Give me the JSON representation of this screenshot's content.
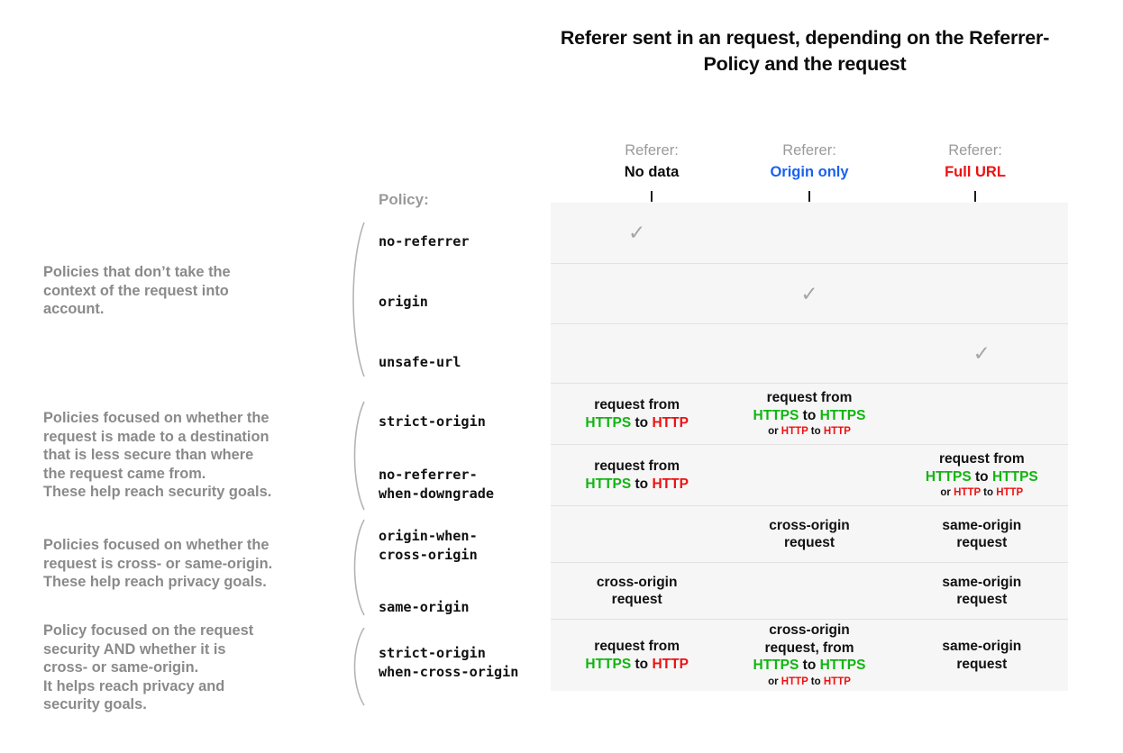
{
  "title": "Referer sent in an request, depending on the Referrer-Policy and the request",
  "colors": {
    "https_green": "#11b511",
    "http_red": "#ee1111",
    "origin_only_blue": "#1a61f0",
    "full_url_red": "#ee1111",
    "muted_gray": "#9a9a9a",
    "row_bg": "#f6f6f6",
    "row_divider": "#e2e2e2",
    "check_gray": "#a5a5a5"
  },
  "columns": [
    {
      "label": "Referer:",
      "value": "No data",
      "value_color": "#0b0b0b"
    },
    {
      "label": "Referer:",
      "value": "Origin only",
      "value_color": "#1a61f0"
    },
    {
      "label": "Referer:",
      "value": "Full URL",
      "value_color": "#ee1111"
    }
  ],
  "policy_column_label": "Policy:",
  "policies": [
    {
      "name": "no-referrer"
    },
    {
      "name": "origin"
    },
    {
      "name": "unsafe-url"
    },
    {
      "name": "strict-origin"
    },
    {
      "name": "no-referrer-\nwhen-downgrade"
    },
    {
      "name": "origin-when-\ncross-origin"
    },
    {
      "name": "same-origin"
    },
    {
      "name": "strict-origin\nwhen-cross-origin"
    }
  ],
  "groups": [
    {
      "description": "Policies that don’t take the\ncontext of the request into\naccount."
    },
    {
      "description": "Policies focused on whether the\nrequest is made to a destination\nthat is less secure than where\nthe request came from.\nThese help reach security goals."
    },
    {
      "description": "Policies focused on whether the\nrequest is cross- or same-origin.\nThese help reach privacy goals."
    },
    {
      "description": "Policy focused on the request\nsecurity AND whether it is\ncross- or same-origin.\nIt helps reach privacy and\nsecurity goals."
    }
  ],
  "icons": {
    "check": "✓"
  },
  "cells": {
    "r0c0": "check",
    "r0c1": "",
    "r0c2": "",
    "r1c0": "",
    "r1c1": "check",
    "r1c2": "",
    "r2c0": "",
    "r2c1": "",
    "r2c2": "check",
    "r3c0_l1": "request from",
    "r3c0_https": "HTTPS",
    "r3c0_to": " to ",
    "r3c0_http": "HTTP",
    "r3c1_l1": "request from",
    "r3c1_https_a": "HTTPS",
    "r3c1_to_a": " to ",
    "r3c1_https_b": "HTTPS",
    "r3c1_sub_or": "or ",
    "r3c1_sub_http_a": "HTTP",
    "r3c1_sub_to": " to ",
    "r3c1_sub_http_b": "HTTP",
    "r4c0_l1": "request from",
    "r4c0_https": "HTTPS",
    "r4c0_to": " to ",
    "r4c0_http": "HTTP",
    "r4c2_l1": "request from",
    "r4c2_https_a": "HTTPS",
    "r4c2_to_a": " to ",
    "r4c2_https_b": "HTTPS",
    "r4c2_sub_or": "or ",
    "r4c2_sub_http_a": "HTTP",
    "r4c2_sub_to": " to ",
    "r4c2_sub_http_b": "HTTP",
    "r5c1": "cross-origin\nrequest",
    "r5c2": "same-origin\nrequest",
    "r6c0": "cross-origin\nrequest",
    "r6c2": "same-origin\nrequest",
    "r7c0_l1": "request from",
    "r7c0_https": "HTTPS",
    "r7c0_to": " to ",
    "r7c0_http": "HTTP",
    "r7c1_l1": "cross-origin",
    "r7c1_l2": "request, from",
    "r7c1_https_a": "HTTPS",
    "r7c1_to_a": " to ",
    "r7c1_https_b": "HTTPS",
    "r7c1_sub_or": "or ",
    "r7c1_sub_http_a": "HTTP",
    "r7c1_sub_to": " to ",
    "r7c1_sub_http_b": "HTTP",
    "r7c2": "same-origin\nrequest"
  }
}
